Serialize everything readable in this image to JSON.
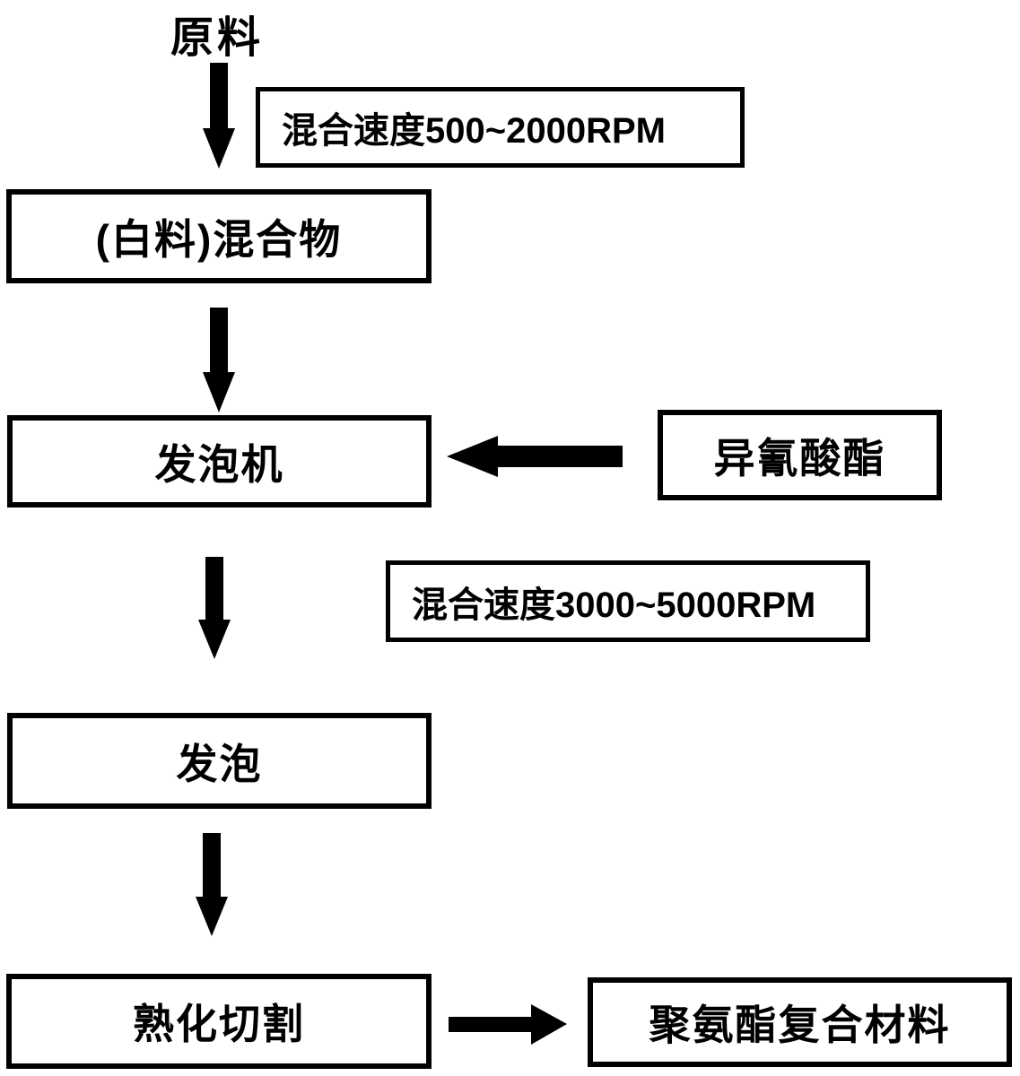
{
  "diagram": {
    "type": "flowchart",
    "background": "#ffffff",
    "ink": "#000000",
    "nodes": [
      {
        "id": "raw-material",
        "label": "原料"
      },
      {
        "id": "white-mixture",
        "label": "(白料)混合物"
      },
      {
        "id": "foaming-machine",
        "label": "发泡机"
      },
      {
        "id": "isocyanate",
        "label": "异氰酸酯"
      },
      {
        "id": "foaming",
        "label": "发泡"
      },
      {
        "id": "curing-cutting",
        "label": "熟化切割"
      },
      {
        "id": "pu-composite",
        "label": "聚氨酯复合材料"
      }
    ],
    "annotations": [
      {
        "id": "mixing-speed-low",
        "label": "混合速度500~2000RPM"
      },
      {
        "id": "mixing-speed-high",
        "label": "混合速度3000~5000RPM"
      }
    ],
    "edges": [
      {
        "from": "raw-material",
        "to": "white-mixture",
        "direction": "down"
      },
      {
        "from": "white-mixture",
        "to": "foaming-machine",
        "direction": "down"
      },
      {
        "from": "isocyanate",
        "to": "foaming-machine",
        "direction": "left"
      },
      {
        "from": "foaming-machine",
        "to": "foaming",
        "direction": "down"
      },
      {
        "from": "foaming",
        "to": "curing-cutting",
        "direction": "down"
      },
      {
        "from": "curing-cutting",
        "to": "pu-composite",
        "direction": "right"
      }
    ]
  }
}
